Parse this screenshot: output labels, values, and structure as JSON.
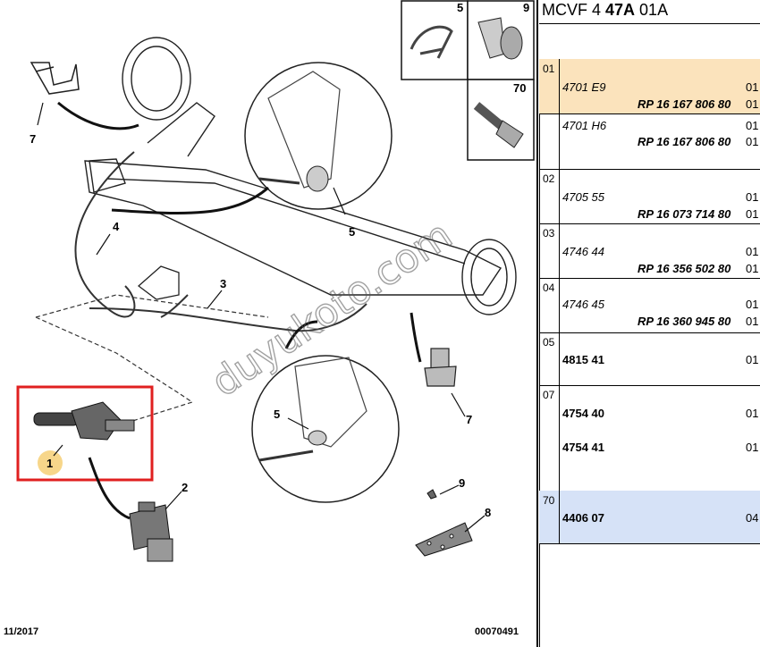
{
  "header": {
    "prefix": "MCVF 4 ",
    "group": "47A",
    "suffix": " 01A"
  },
  "callouts": {
    "c1": "1",
    "c2": "2",
    "c3": "3",
    "c4": "4",
    "c5a": "5",
    "c5b": "5",
    "c5c": "5",
    "c7a": "7",
    "c7b": "7",
    "c8": "8",
    "c9a": "9",
    "c9b": "9",
    "c70": "70"
  },
  "footer": {
    "date": "11/2017",
    "code": "00070491"
  },
  "watermark": "duyukoto.com",
  "parts": [
    {
      "group": "01",
      "ref": "4701 E9",
      "rp": "RP 16 167 806 80",
      "qty": [
        "01",
        "01"
      ],
      "highlight": "#fbe3bc"
    },
    {
      "group": "",
      "ref": "4701 H6",
      "rp": "RP 16 167 806 80",
      "qty": [
        "01",
        "01"
      ]
    },
    {
      "group": "02",
      "ref": "4705 55",
      "rp": "RP 16 073 714 80",
      "qty": [
        "01",
        "01"
      ]
    },
    {
      "group": "03",
      "ref": "4746 44",
      "rp": "RP 16 356 502 80",
      "qty": [
        "01",
        "01"
      ]
    },
    {
      "group": "04",
      "ref": "4746 45",
      "rp": "RP 16 360 945 80",
      "qty": [
        "01",
        "01"
      ]
    },
    {
      "group": "05",
      "ref": "4815 41",
      "qty": [
        "01"
      ]
    },
    {
      "group": "07",
      "ref": "4754 40",
      "qty": [
        "01"
      ]
    },
    {
      "group": "",
      "ref": "4754 41",
      "qty": [
        "01"
      ]
    },
    {
      "group": "70",
      "ref": "4406 07",
      "qty": [
        "04"
      ],
      "highlight": "#d6e2f7"
    }
  ]
}
